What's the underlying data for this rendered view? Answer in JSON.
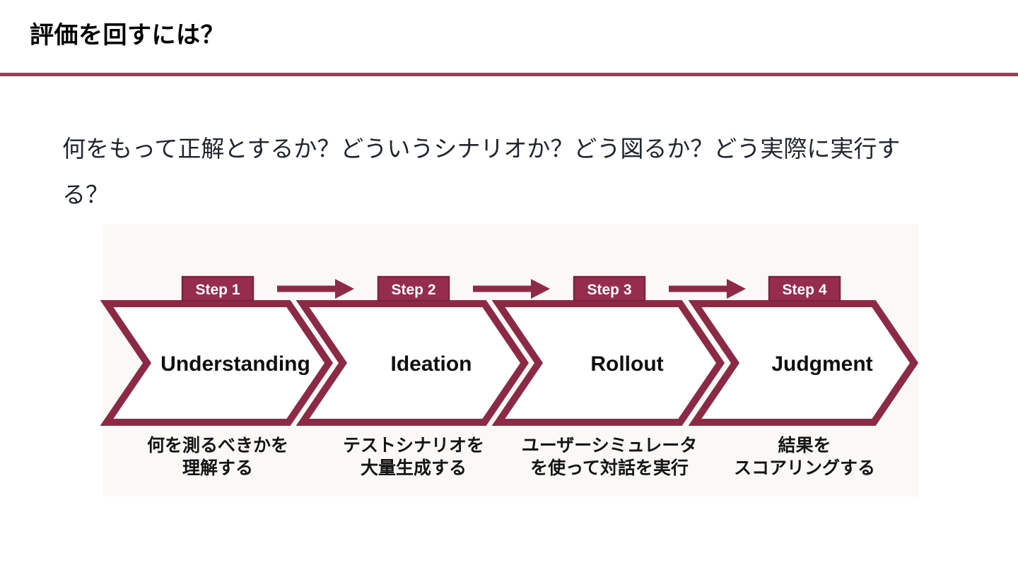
{
  "slide": {
    "title": "評価を回すには？",
    "body": "何をもって正解とするか？どういうシナリオか？どう図るか？どう実際に実行する？",
    "accent_color": "#a23c4e",
    "background_color": "#ffffff",
    "body_text_color": "#20252e"
  },
  "diagram": {
    "maroon": "#8c2a46",
    "badge_fill": "#962c4e",
    "badge_border": "#7c2340",
    "chevron_fill": "#ffffff",
    "label_color": "#0f0f0f",
    "steps": [
      {
        "badge": "Step 1",
        "label": "Understanding",
        "caption_line1": "何を測るべきかを",
        "caption_line2": "理解する"
      },
      {
        "badge": "Step 2",
        "label": "Ideation",
        "caption_line1": "テストシナリオを",
        "caption_line2": "大量生成する"
      },
      {
        "badge": "Step 3",
        "label": "Rollout",
        "caption_line1": "ユーザーシミュレータ",
        "caption_line2": "を使って対話を実行"
      },
      {
        "badge": "Step 4",
        "label": "Judgment",
        "caption_line1": "結果を",
        "caption_line2": "スコアリングする"
      }
    ]
  }
}
